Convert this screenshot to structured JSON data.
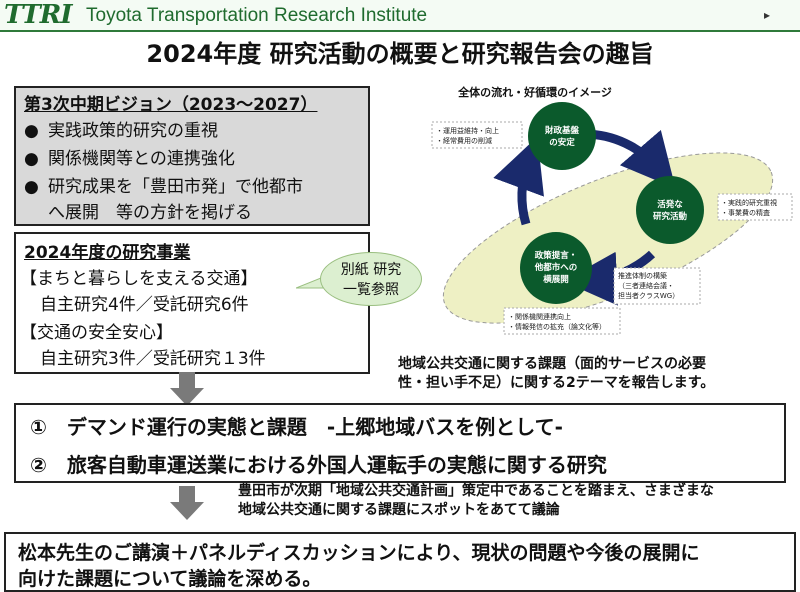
{
  "header": {
    "logo": "TTRI",
    "institute": "Toyota Transportation Research Institute"
  },
  "title": "2024年度 研究活動の概要と研究報告会の趣旨",
  "vision": {
    "heading": "第3次中期ビジョン（2023～2027）",
    "bullets": [
      "実践政策的研究の重視",
      "関係機関等との連携強化",
      "研究成果を「豊田市発」で他都市",
      "へ展開　等の方針を掲げる"
    ]
  },
  "projects": {
    "heading": "2024年度の研究事業",
    "cat1": "【まちと暮らしを支える交通】",
    "cat1_detail": "自主研究4件／受託研究6件",
    "cat2": "【交通の安全安心】",
    "cat2_detail": "自主研究3件／受託研究１3件",
    "bubble_line1": "別紙 研究",
    "bubble_line2": "一覧参照"
  },
  "diagram": {
    "title": "全体の流れ・好循環のイメージ",
    "node1_l1": "財政基盤",
    "node1_l2": "の安定",
    "node2_l1": "活発な",
    "node2_l2": "研究活動",
    "node3_l1": "政策提言・",
    "node3_l2": "他都市への",
    "node3_l3": "横展開",
    "note1_l1": "・運用益維持・向上",
    "note1_l2": "・経常費用の削減",
    "note2_l1": "・実践的研究重視",
    "note2_l2": "・事業費の精査",
    "note3_l1": "推進体制の構築",
    "note3_l2": "（三者連絡会議・",
    "note3_l3": "担当者クラスWG）",
    "note4_l1": "・関係機関連携向上",
    "note4_l2": "・情報発信の拡充（論文化等）"
  },
  "report_note": {
    "line1": "地域公共交通に関する課題（面的サービスの必要",
    "line2": "性・担い手不足）に関する2テーマを報告します。"
  },
  "themes": [
    "①　デマンド運行の実態と課題　-上郷地域バスを例として-",
    "②　旅客自動車運送業における外国人運転手の実態に関する研究"
  ],
  "plan_note": {
    "line1": "豊田市が次期「地域公共交通計画」策定中であることを踏まえ、さまざまな",
    "line2": "地域公共交通に関する課題にスポットをあてて議論"
  },
  "conclusion": {
    "line1": "松本先生のご講演＋パネルディスカッションにより、現状の問題や今後の展開に",
    "line2": "向けた課題について議論を深める。"
  },
  "colors": {
    "brand_green": "#1f6b2e",
    "node_green": "#0b5a2c",
    "arrow_navy": "#1a2a6c",
    "ellipse_fill": "#eef0c4",
    "box_gray": "#d9d9d9"
  }
}
